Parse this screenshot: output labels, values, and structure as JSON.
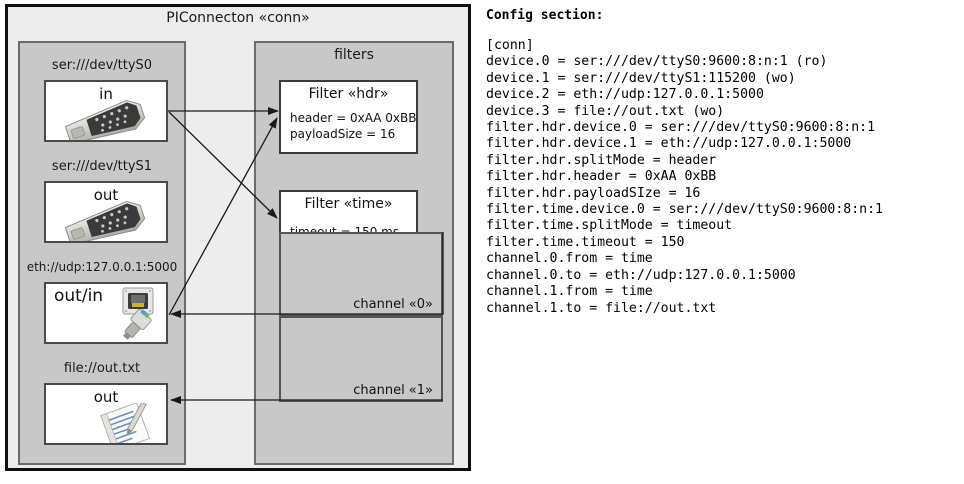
{
  "diagram": {
    "outer_title": "PIConnecton «conn»",
    "groups": {
      "devices_title": "",
      "filters_title": "filters"
    },
    "devices": [
      {
        "label": "ser:///dev/ttyS0",
        "word": "in",
        "icon": "serial-port-icon"
      },
      {
        "label": "ser:///dev/ttyS1",
        "word": "out",
        "icon": "serial-port-icon"
      },
      {
        "label": "eth://udp:127.0.0.1:5000",
        "word": "out/in",
        "icon": "ethernet-plug-icon"
      },
      {
        "label": "file://out.txt",
        "word": "out",
        "icon": "text-file-icon"
      }
    ],
    "filters": [
      {
        "title": "Filter «hdr»",
        "attrs": [
          "header = 0xAA 0xBB",
          "payloadSize = 16"
        ]
      },
      {
        "title": "Filter «time»",
        "attrs": [
          "timeout = 150 ms"
        ]
      }
    ],
    "channels": [
      {
        "label": "channel «0»"
      },
      {
        "label": "channel «1»"
      }
    ]
  },
  "config": {
    "heading": "Config section:",
    "lines": [
      "[conn]",
      "device.0 = ser:///dev/ttyS0:9600:8:n:1 (ro)",
      "device.1 = ser:///dev/ttyS1:115200 (wo)",
      "device.2 = eth://udp:127.0.0.1:5000",
      "device.3 = file://out.txt (wo)",
      "filter.hdr.device.0 = ser:///dev/ttyS0:9600:8:n:1",
      "filter.hdr.device.1 = eth://udp:127.0.0.1:5000",
      "filter.hdr.splitMode = header",
      "filter.hdr.header = 0xAA 0xBB",
      "filter.hdr.payloadSIze = 16",
      "filter.time.device.0 = ser:///dev/ttyS0:9600:8:n:1",
      "filter.time.splitMode = timeout",
      "filter.time.timeout = 150",
      "channel.0.from = time",
      "channel.0.to = eth://udp:127.0.0.1:5000",
      "channel.1.from = time",
      "channel.1.to = file://out.txt"
    ]
  },
  "colors": {
    "page_bg": "#ffffff",
    "frame_bg": "#ededed",
    "group_bg": "#c8c8c8",
    "box_bg": "#ffffff",
    "frame_border": "#111111",
    "group_border": "#6b6b6b",
    "edge": "#1a1a1a"
  }
}
